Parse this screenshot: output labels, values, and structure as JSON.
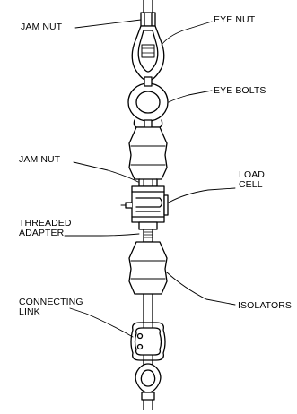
{
  "labels": {
    "jam_nut_top": "JAM NUT",
    "eye_nut": "EYE NUT",
    "eye_bolts": "EYE BOLTS",
    "jam_nut_mid": "JAM NUT",
    "load_cell": [
      "LOAD",
      "CELL"
    ],
    "threaded_adapter": [
      "THREADED",
      "ADAPTER"
    ],
    "isolators": "ISOLATORS",
    "connecting_link": [
      "CONNECTING",
      "LINK"
    ]
  }
}
